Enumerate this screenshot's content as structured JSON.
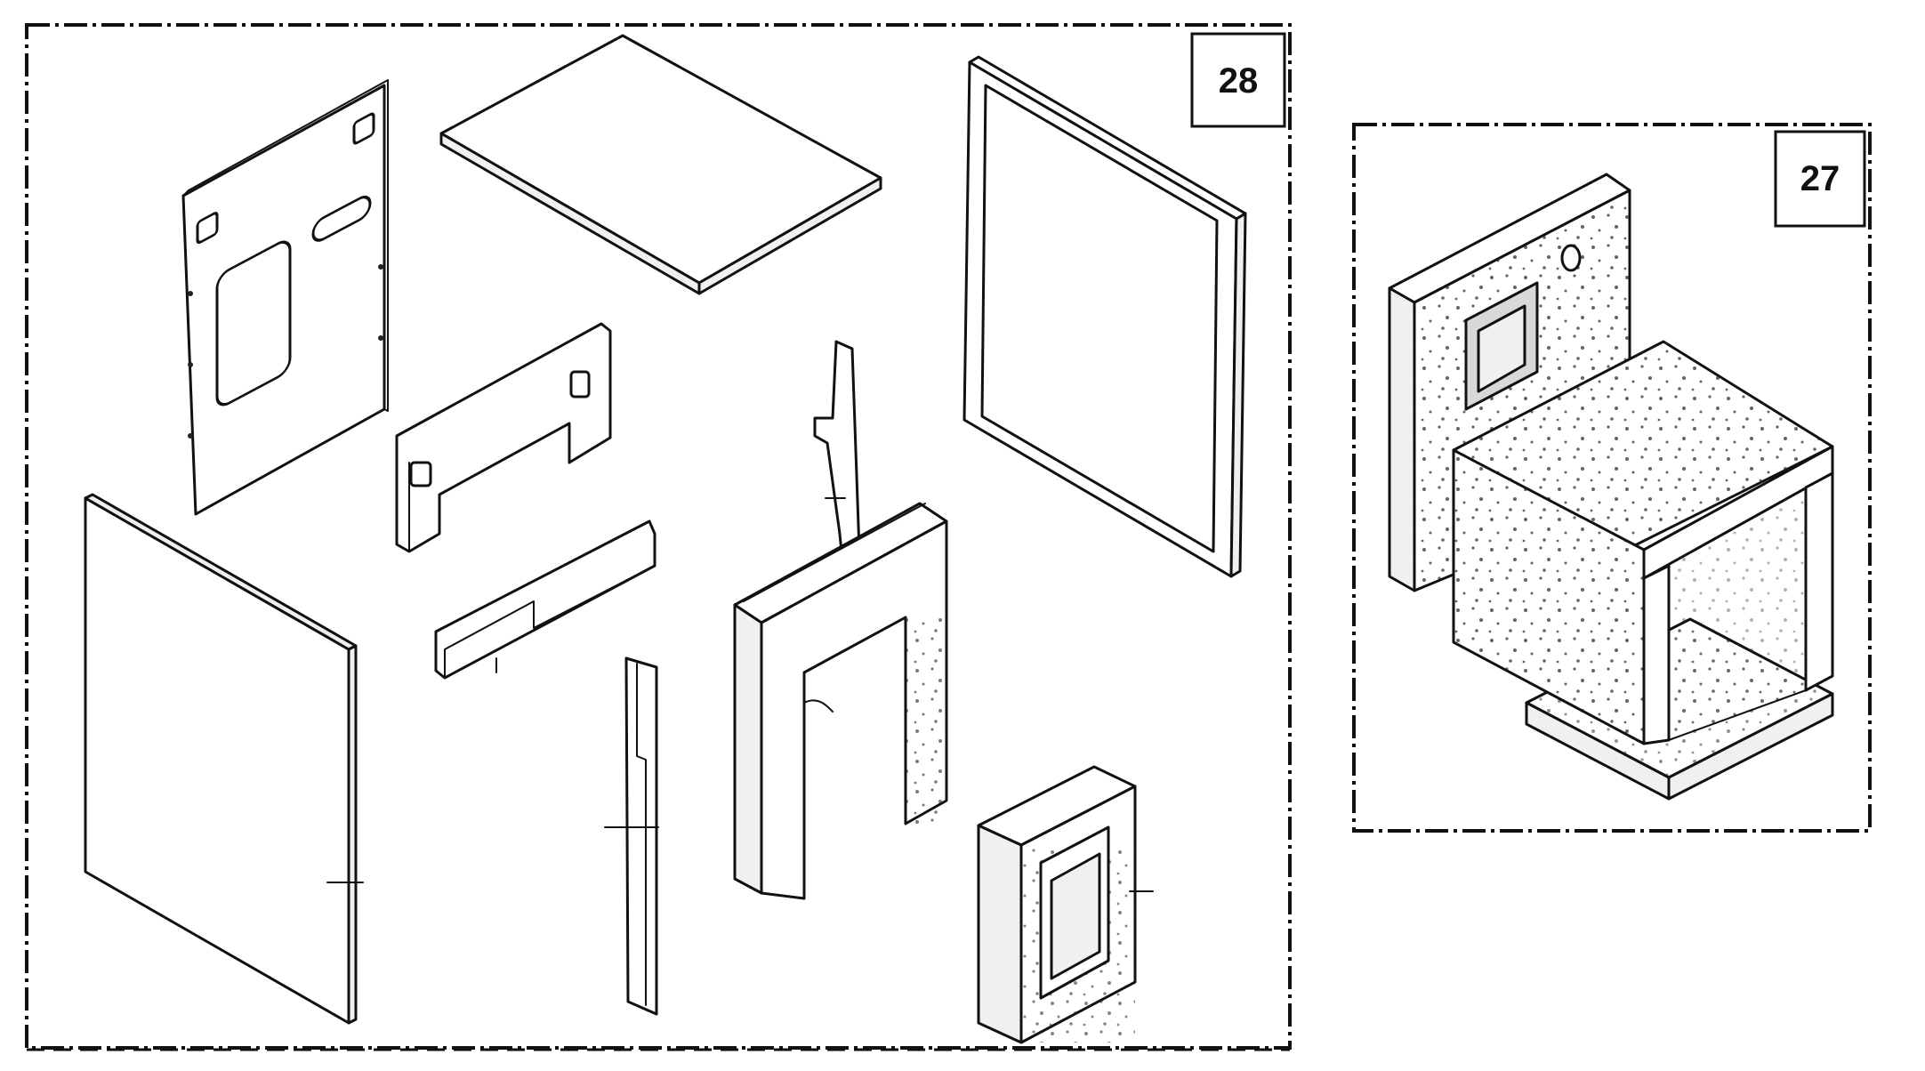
{
  "panels": [
    {
      "id": "panel-28",
      "label": "28"
    },
    {
      "id": "panel-27",
      "label": "27"
    }
  ]
}
